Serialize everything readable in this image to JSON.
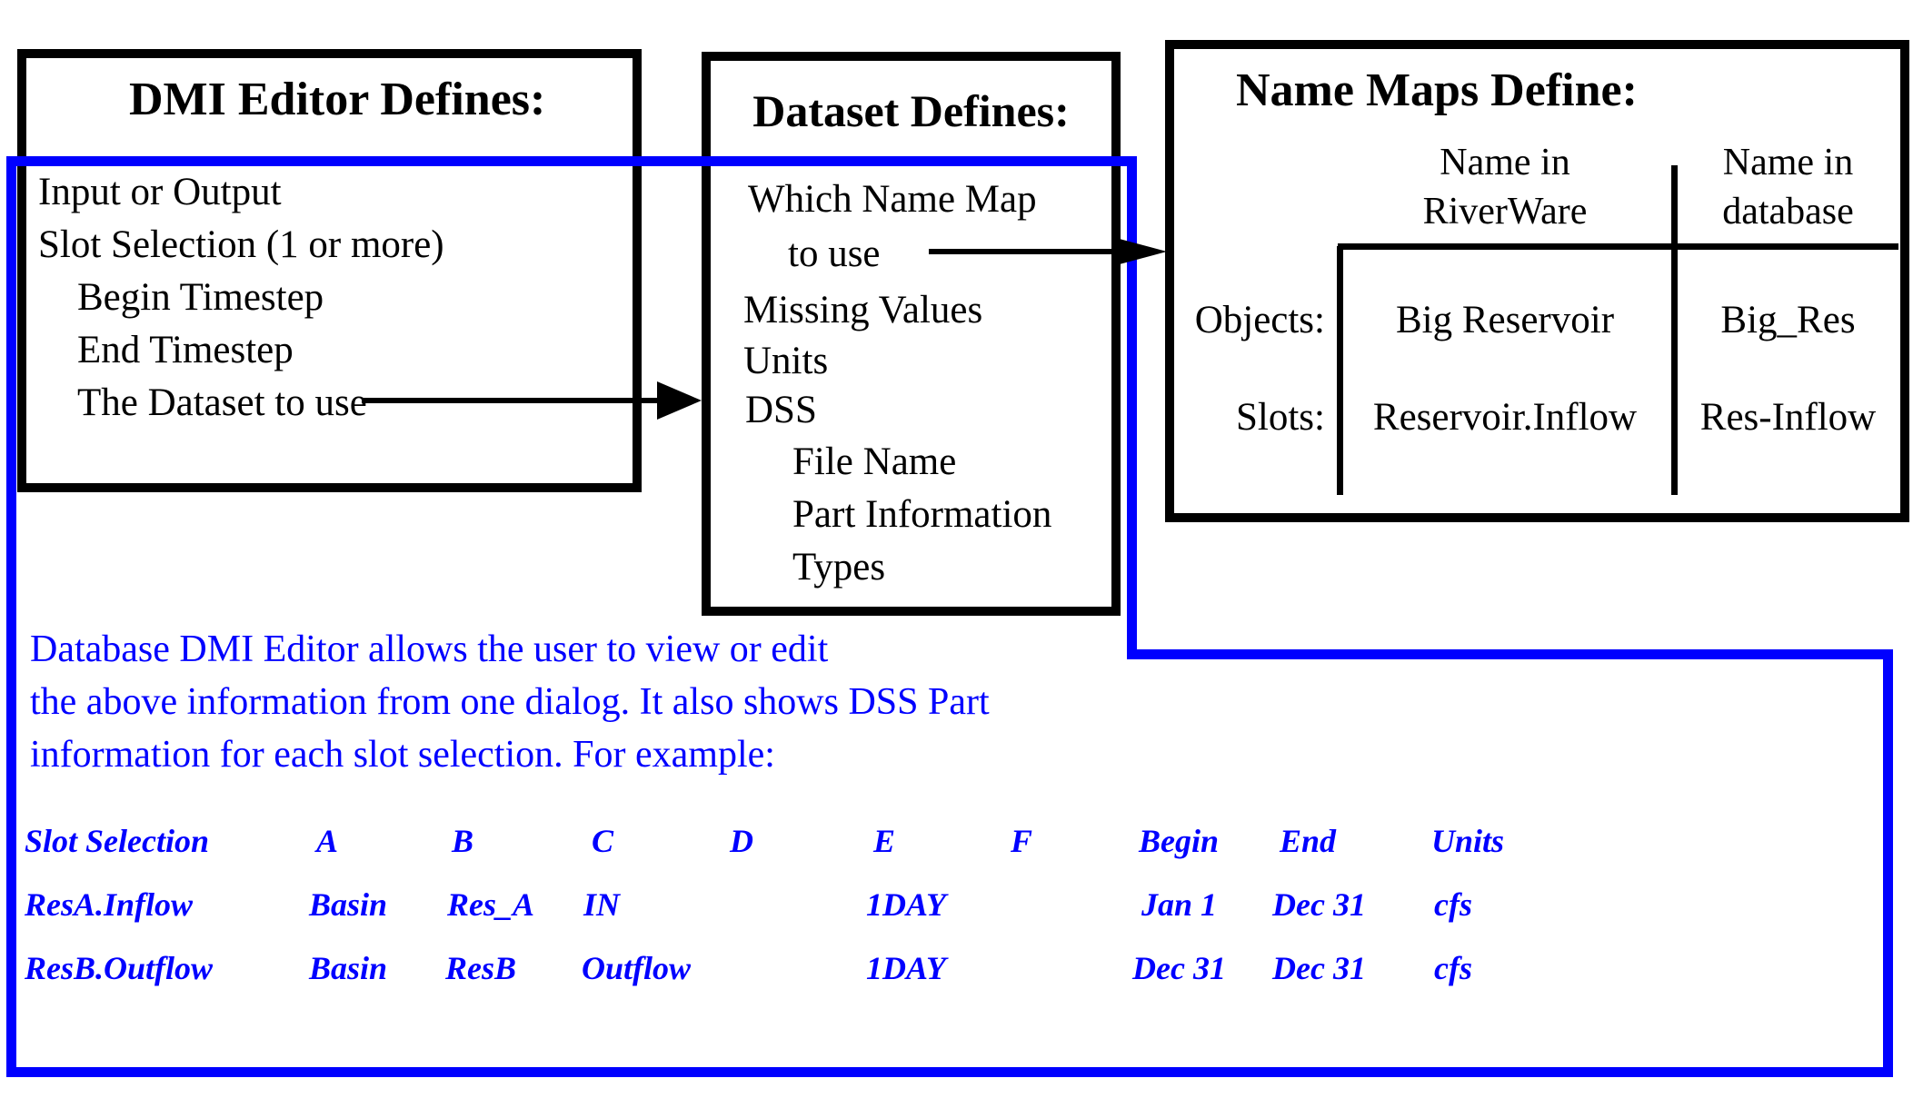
{
  "colors": {
    "accent_blue": "#0000FF",
    "line_black": "#000000"
  },
  "dmi_box": {
    "title": "DMI Editor Defines:",
    "items": [
      {
        "text": "Input or Output"
      },
      {
        "text": "Slot Selection (1 or more)"
      },
      {
        "text": "Begin Timestep"
      },
      {
        "text": "End Timestep"
      },
      {
        "text": "The Dataset to use"
      }
    ]
  },
  "dataset_box": {
    "title": "Dataset Defines:",
    "items": [
      {
        "text": "Which Name Map"
      },
      {
        "text": "to use"
      },
      {
        "text": "Missing Values"
      },
      {
        "text": "Units"
      },
      {
        "text": "DSS"
      },
      {
        "text": "File Name"
      },
      {
        "text": "Part Information"
      },
      {
        "text": "Types"
      }
    ]
  },
  "name_maps_box": {
    "title": "Name Maps Define:",
    "col_headers": [
      {
        "line1": "Name in",
        "line2": "RiverWare"
      },
      {
        "line1": "Name in",
        "line2": "database"
      }
    ],
    "rows": [
      {
        "label": "Objects:",
        "riverware": "Big Reservoir",
        "database": "Big_Res"
      },
      {
        "label": "Slots:",
        "riverware": "Reservoir.Inflow",
        "database": "Res-Inflow"
      }
    ]
  },
  "note": {
    "lines": [
      "Database DMI Editor allows the user to view or edit",
      "the above information from one dialog. It also shows DSS Part",
      "information for each slot selection. For example:"
    ]
  },
  "example_table": {
    "headers": [
      "Slot Selection",
      "A",
      "B",
      "C",
      "D",
      "E",
      "F",
      "Begin",
      "End",
      "Units"
    ],
    "rows": [
      {
        "slot": "ResA.Inflow",
        "a": "Basin",
        "b": "Res_A",
        "c": "IN",
        "d": "",
        "e": "1DAY",
        "f": "",
        "begin": "Jan 1",
        "end": "Dec 31",
        "units": "cfs"
      },
      {
        "slot": "ResB.Outflow",
        "a": "Basin",
        "b": "ResB",
        "c": "Outflow",
        "d": "",
        "e": "1DAY",
        "f": "",
        "begin": "Dec 31",
        "end": "Dec 31",
        "units": "cfs"
      }
    ]
  }
}
